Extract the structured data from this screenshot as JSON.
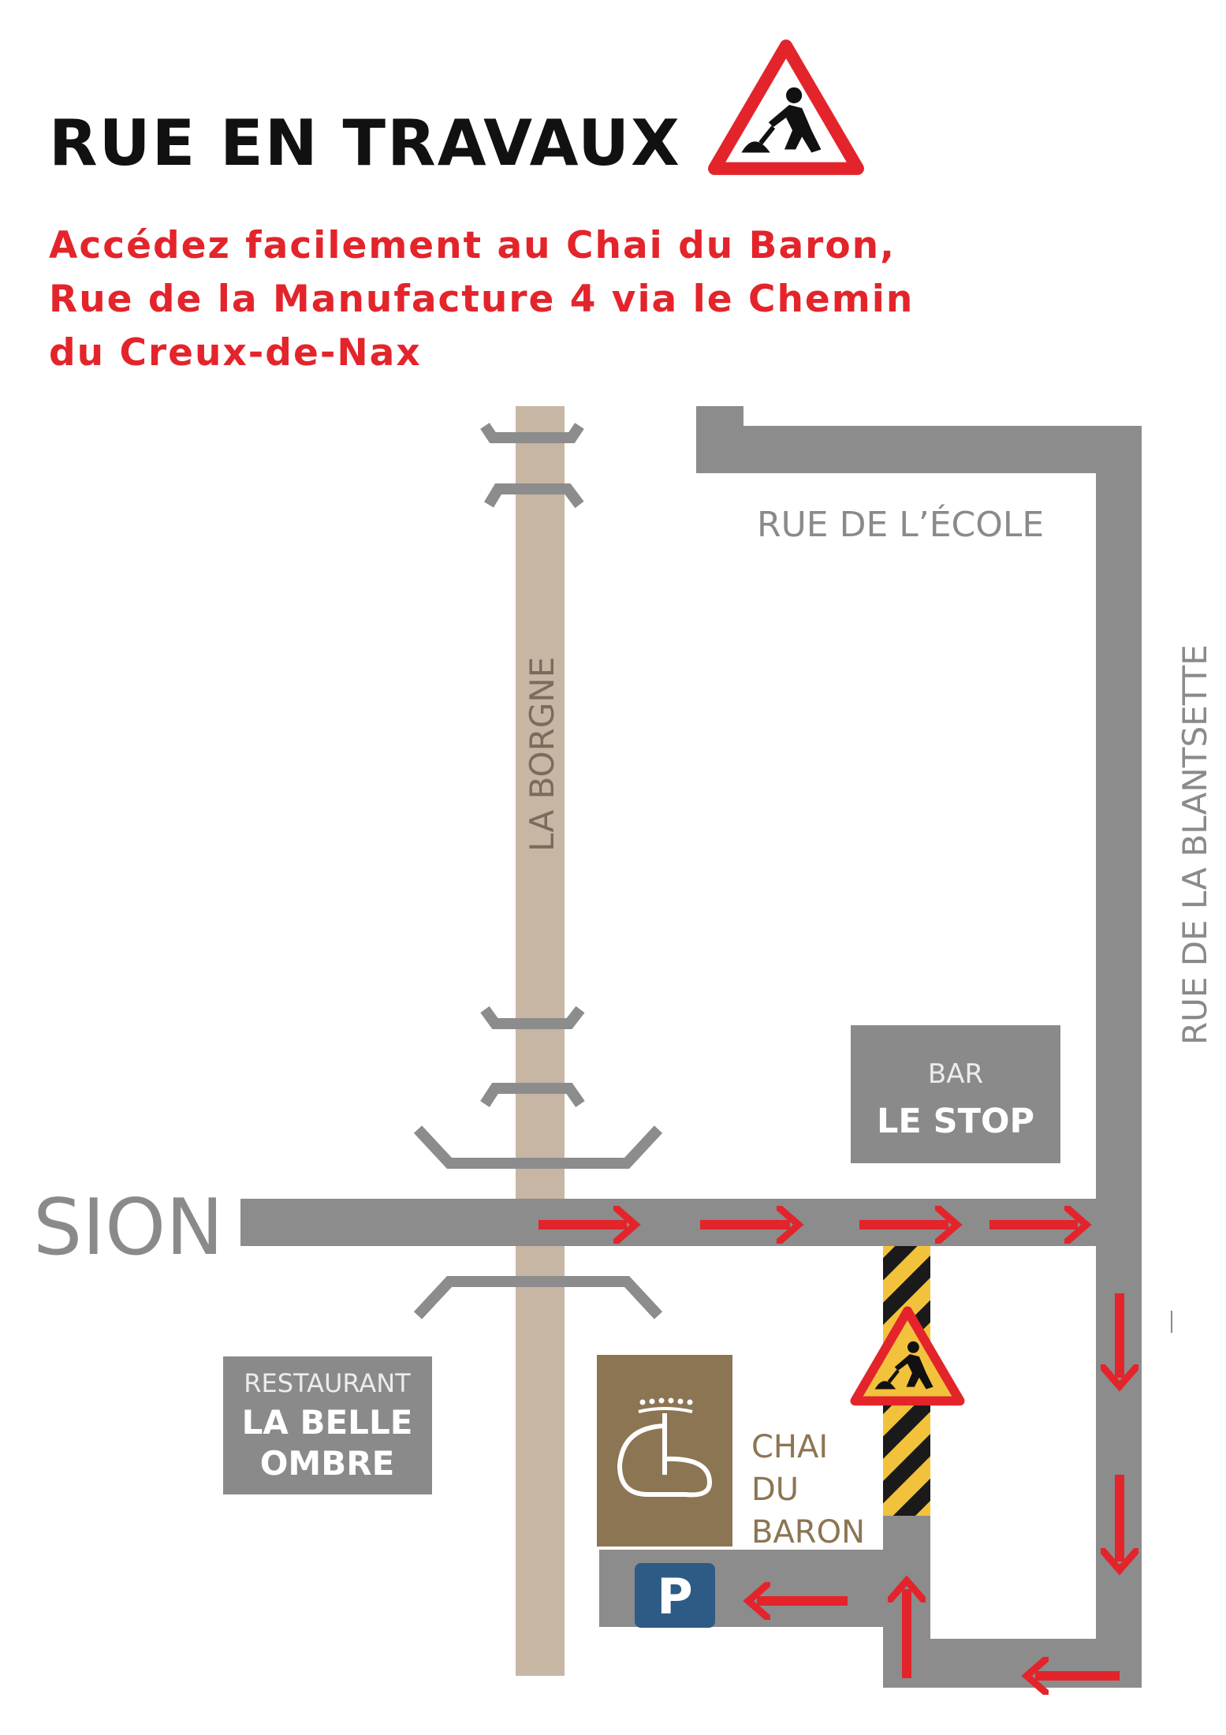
{
  "header": {
    "title": "RUE EN TRAVAUX",
    "subtitle_lines": [
      "Accédez facilement au Chai du Baron,",
      "Rue de la Manufacture 4 via le Chemin",
      "du Creux-de-Nax"
    ]
  },
  "map": {
    "labels": {
      "street_ecole": "RUE DE L’ÉCOLE",
      "street_blantsette": "RUE DE LA BLANTSETTE",
      "street_borgne": "LA BORGNE",
      "city": "SION",
      "bar_line1": "BAR",
      "bar_line2": "LE STOP",
      "restaurant_line1": "RESTAURANT",
      "restaurant_line2": "LA BELLE",
      "restaurant_line3": "OMBRE",
      "chai_line1": "CHAI",
      "chai_line2": "DU",
      "chai_line3": "BARON",
      "parking": "P"
    },
    "icons": [
      "roadwork-warning-icon",
      "parking-icon",
      "chai-du-baron-logo",
      "direction-arrow-icon"
    ],
    "colors": {
      "accent_red": "#e3242b",
      "road_grey": "#8c8c8c",
      "river": "#c7b6a4",
      "building": "#8a8a8a",
      "chai_brown": "#8c7553",
      "parking_blue": "#2e5a86",
      "construction_yellow": "#f2c23c",
      "label_grey": "#8a8a8a"
    }
  }
}
